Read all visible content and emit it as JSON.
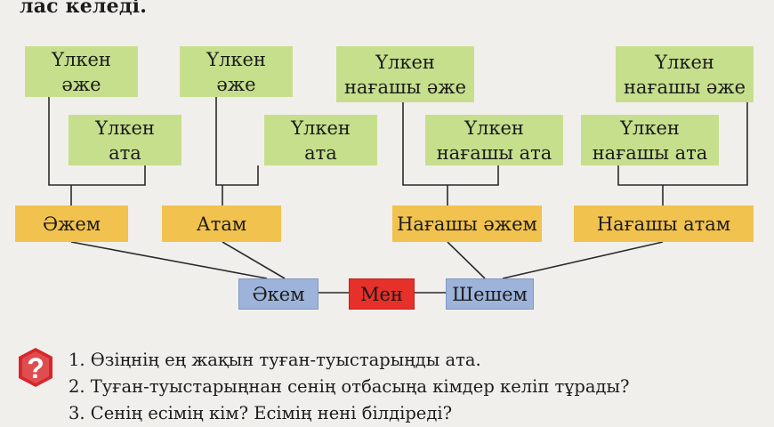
{
  "intro_fragment": "лас келеді.",
  "tree": {
    "g1": "Үлкен\nәже",
    "g2": "Үлкен\nата",
    "g3": "Үлкен\nәже",
    "g4": "Үлкен\nата",
    "g5": "Үлкен\nнағашы әже",
    "g6": "Үлкен\nнағашы ата",
    "g7": "Үлкен\nнағашы ата",
    "g8": "Үлкен\nнағашы әже",
    "o1": "Әжем",
    "o2": "Атам",
    "o3": "Нағашы әжем",
    "o4": "Нағашы атам",
    "father": "Әкем",
    "me": "Мен",
    "mother": "Шешем"
  },
  "questions": [
    "1. Өзіңнің ең жақын туған-туыстарыңды ата.",
    "2. Туған-туыстарыңнан сенің отбасыңа кімдер келіп тұрады?",
    "3. Сенің есімің кім? Есімің нені білдіреді?"
  ],
  "colors": {
    "green": "#c6df8c",
    "orange": "#f2c24e",
    "blue": "#9db3d9",
    "red": "#e6312a"
  }
}
